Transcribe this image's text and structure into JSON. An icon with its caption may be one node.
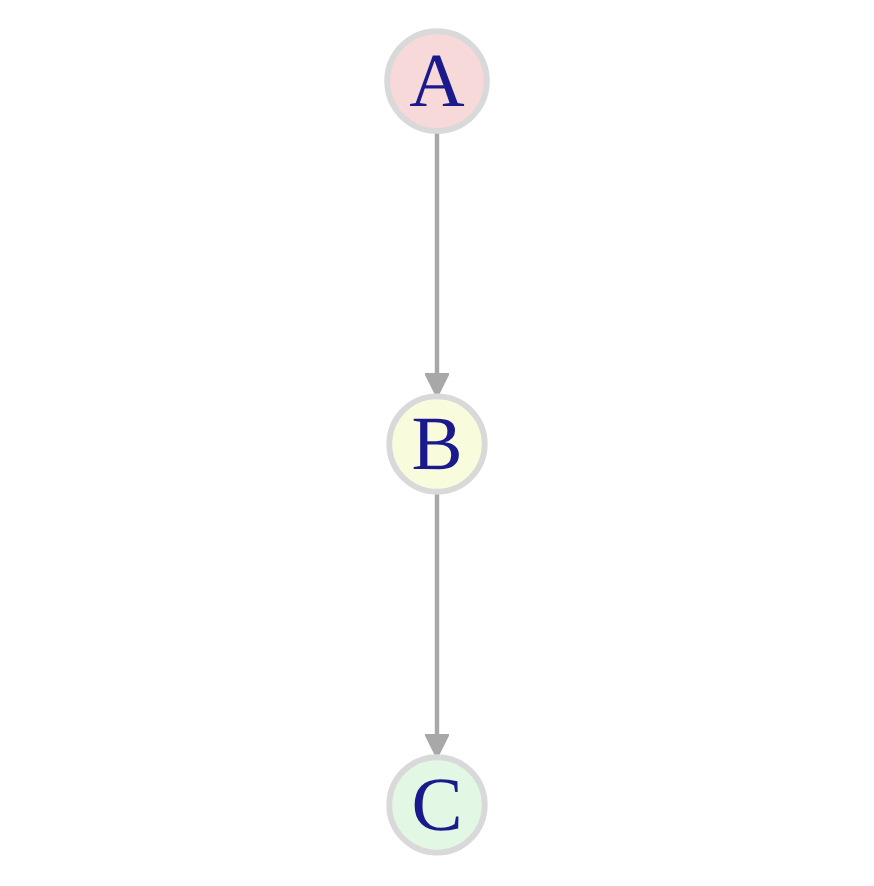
{
  "diagram": {
    "nodes": [
      {
        "text": [
          "A"
        ]
      },
      {
        "text": [
          "B"
        ]
      },
      {
        "text": [
          "C"
        ]
      }
    ],
    "edges": [
      {
        "from": 0,
        "to": 1,
        "arrow": "to"
      },
      {
        "from": 1,
        "to": 2,
        "arrow": "to"
      }
    ]
  }
}
